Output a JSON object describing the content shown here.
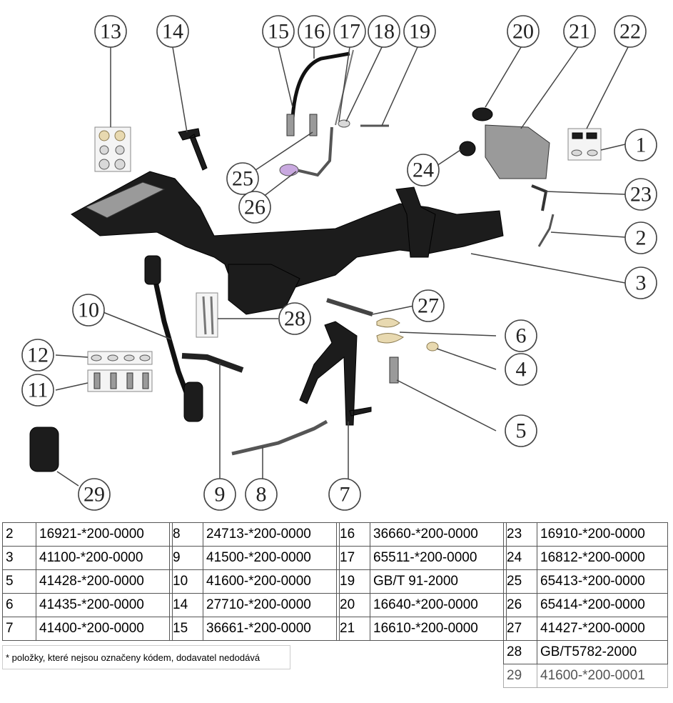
{
  "callouts": [
    "1",
    "2",
    "3",
    "4",
    "5",
    "6",
    "7",
    "8",
    "9",
    "10",
    "11",
    "12",
    "13",
    "14",
    "15",
    "16",
    "17",
    "18",
    "19",
    "20",
    "21",
    "22",
    "23",
    "24",
    "25",
    "26",
    "27",
    "28",
    "29"
  ],
  "parts_table": {
    "col1": [
      {
        "num": "2",
        "code": "16921-*200-0000"
      },
      {
        "num": "3",
        "code": "41100-*200-0000"
      },
      {
        "num": "5",
        "code": "41428-*200-0000"
      },
      {
        "num": "6",
        "code": "41435-*200-0000"
      },
      {
        "num": "7",
        "code": "41400-*200-0000"
      }
    ],
    "col2": [
      {
        "num": "8",
        "code": "24713-*200-0000"
      },
      {
        "num": "9",
        "code": "41500-*200-0000"
      },
      {
        "num": "10",
        "code": "41600-*200-0000"
      },
      {
        "num": "14",
        "code": "27710-*200-0000"
      },
      {
        "num": "15",
        "code": "36661-*200-0000"
      }
    ],
    "col3": [
      {
        "num": "16",
        "code": "36660-*200-0000"
      },
      {
        "num": "17",
        "code": "65511-*200-0000"
      },
      {
        "num": "19",
        "code": "GB/T 91-2000"
      },
      {
        "num": "20",
        "code": "16640-*200-0000"
      },
      {
        "num": "21",
        "code": "16610-*200-0000"
      }
    ],
    "col4": [
      {
        "num": "23",
        "code": "16910-*200-0000"
      },
      {
        "num": "24",
        "code": "16812-*200-0000"
      },
      {
        "num": "25",
        "code": "65413-*200-0000"
      },
      {
        "num": "26",
        "code": "65414-*200-0000"
      },
      {
        "num": "27",
        "code": "41427-*200-0000"
      },
      {
        "num": "28",
        "code": "GB/T5782-2000"
      },
      {
        "num": "29",
        "code": "41600-*200-0001"
      }
    ]
  },
  "footnote": "* položky, které nejsou označeny kódem, dodavatel nedodává"
}
